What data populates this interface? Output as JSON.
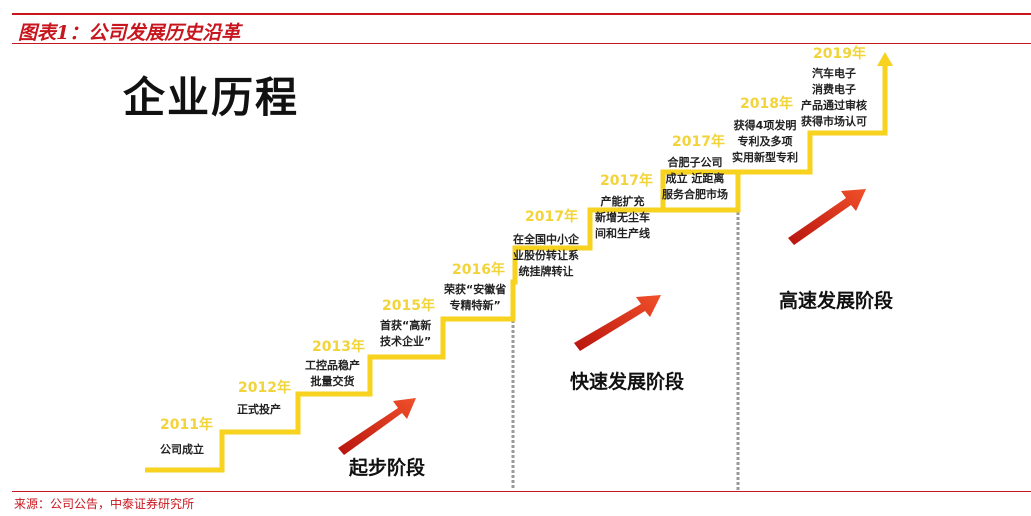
{
  "figure_title": "图表1：公司发展历史沿革",
  "main_title": "企业历程",
  "milestones": [
    {
      "year": "2011年",
      "desc": "公司成立"
    },
    {
      "year": "2012年",
      "desc": "正式投产"
    },
    {
      "year": "2013年",
      "desc": "工控品稳产\n批量交货"
    },
    {
      "year": "2015年",
      "desc": "首获“高新\n技术企业”"
    },
    {
      "year": "2016年",
      "desc": "荣获“安徽省\n专精特新”"
    },
    {
      "year": "2017年",
      "desc": "在全国中小企\n业股份转让系\n统挂牌转让"
    },
    {
      "year": "2017年",
      "desc": "产能扩充\n新增无尘车\n间和生产线"
    },
    {
      "year": "2017年",
      "desc": "合肥子公司\n成立 近距离\n服务合肥市场"
    },
    {
      "year": "2018年",
      "desc": "获得4项发明\n专利及多项\n实用新型专利"
    },
    {
      "year": "2019年",
      "desc": "汽车电子\n消费电子\n产品通过审核\n获得市场认可"
    }
  ],
  "phases": [
    "起步阶段",
    "快速发展阶段",
    "高速发展阶段"
  ],
  "source": "来源：公司公告，中泰证券研究所",
  "colors": {
    "accent_red": "#c8161e",
    "stair_yellow": "#f7d21e",
    "year_yellow": "#f2d43a"
  }
}
